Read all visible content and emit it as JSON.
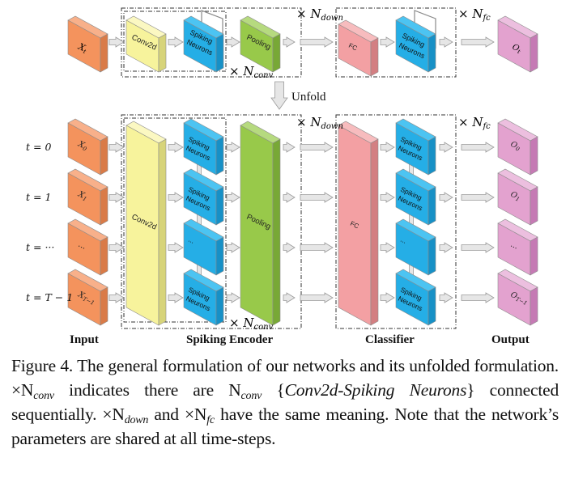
{
  "figure": {
    "top_row": {
      "input": "X",
      "input_sub": "t",
      "conv": "Conv2d",
      "spiking": [
        "Spiking",
        "Neurons"
      ],
      "pooling": "Pooling",
      "fc": "FC",
      "output": "O",
      "output_sub": "t"
    },
    "repeat_labels": {
      "conv": {
        "prefix": "× N",
        "sub": "conv"
      },
      "down": {
        "prefix": "× N",
        "sub": "down"
      },
      "fc": {
        "prefix": "× N",
        "sub": "fc"
      }
    },
    "unfold_label": "Unfold",
    "timesteps": [
      {
        "t_label": "t = 0",
        "input": "X",
        "input_sub": "0",
        "spiking": [
          "Spiking",
          "Neurons"
        ],
        "output": "O",
        "output_sub": "0"
      },
      {
        "t_label": "t = 1",
        "input": "X",
        "input_sub": "1",
        "spiking": [
          "Spiking",
          "Neurons"
        ],
        "output": "O",
        "output_sub": "1"
      },
      {
        "t_label": "t = ···",
        "input": "...",
        "input_sub": "",
        "spiking": [
          "..."
        ],
        "output": "...",
        "output_sub": ""
      },
      {
        "t_label": "t = T − 1",
        "input": "X",
        "input_sub": "T−1",
        "spiking": [
          "Spiking",
          "Neurons"
        ],
        "output": "O",
        "output_sub": "T−1"
      }
    ],
    "unfolded_blocks": {
      "conv": "Conv2d",
      "pooling": "Pooling",
      "fc": "FC"
    },
    "section_labels": {
      "input": "Input",
      "encoder": "Spiking Encoder",
      "classifier": "Classifier",
      "output": "Output"
    },
    "colors": {
      "input": "#f4935d",
      "input_side": "#d97b48",
      "input_top": "#f8b08a",
      "conv": "#f7f39c",
      "conv_side": "#d7d47a",
      "conv_top": "#fbf8c2",
      "spiking": "#25aee6",
      "spiking_side": "#1790c6",
      "spiking_top": "#4cc4f2",
      "pooling": "#98c94a",
      "pooling_side": "#78a836",
      "pooling_top": "#b6da7f",
      "fc": "#f3a0a3",
      "fc_side": "#d37f82",
      "fc_top": "#f7bcbe",
      "output": "#e3a2cf",
      "output_side": "#c57ab4",
      "output_top": "#ecbfdf",
      "arrow": "#e6e6e6",
      "arrow_stroke": "#9a9a9a"
    }
  },
  "caption": {
    "part1": "Figure 4. The general formulation of our networks and its unfolded formulation. ×N",
    "sub1": "conv",
    "part2": " indicates there are N",
    "sub2": "conv",
    "part3": " {",
    "italic1": "Conv2d-Spiking Neurons",
    "part4": "} connected sequentially.  ×N",
    "sub3": "down",
    "part5": " and ×N",
    "sub4": "fc",
    "part6": " have the same meaning.  Note that the network’s parameters are shared at all time-steps."
  }
}
